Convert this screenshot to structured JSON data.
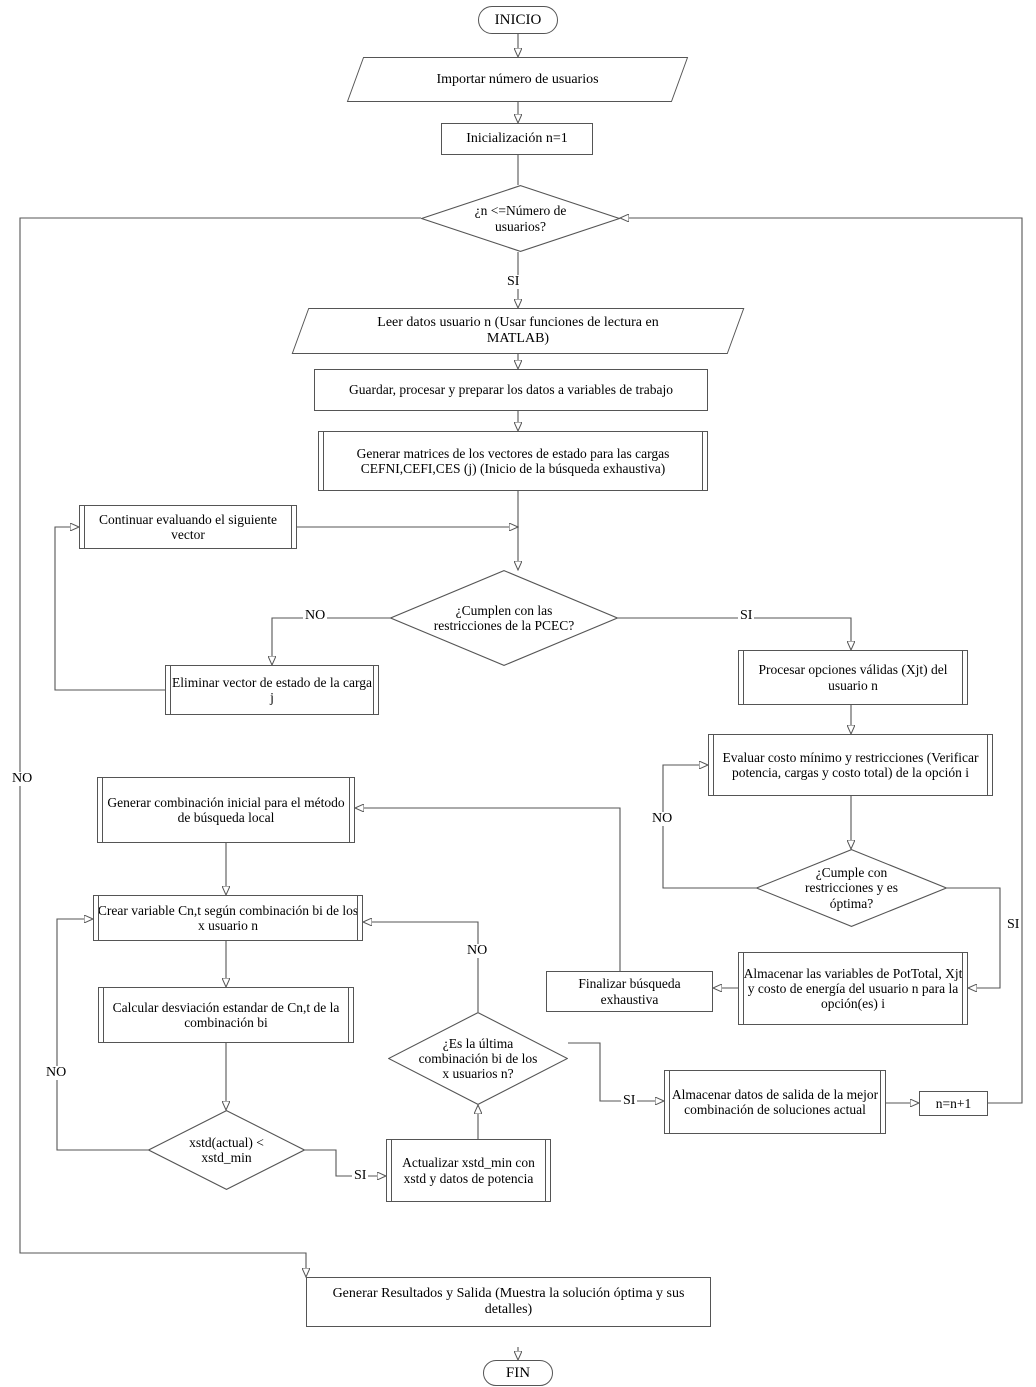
{
  "diagram": {
    "title": "Diagrama de flujo del algoritmo de optimizacion de consumo",
    "language": "es",
    "stroke_color": "#555555",
    "text_color": "#000000",
    "background": "#ffffff"
  },
  "nodes": {
    "inicio": {
      "label": "INICIO",
      "shape": "terminator"
    },
    "importar": {
      "label": "Importar número de usuarios",
      "shape": "io"
    },
    "init": {
      "label": "Inicialización n=1",
      "shape": "process"
    },
    "dec_n": {
      "label": "¿n <=Número de usuarios?",
      "shape": "decision"
    },
    "leer": {
      "label": "Leer datos usuario n (Usar funciones de lectura en MATLAB)",
      "shape": "io"
    },
    "guardar": {
      "label": "Guardar, procesar y preparar los datos a variables de trabajo",
      "shape": "process"
    },
    "matrices": {
      "label": "Generar matrices de los vectores de estado para las cargas CEFNI,CEFI,CES (j) (Inicio de la búsqueda exhaustiva)",
      "shape": "predefined"
    },
    "continuar": {
      "label": "Continuar evaluando el siguiente vector",
      "shape": "predefined"
    },
    "dec_pcec": {
      "label": "¿Cumplen con las restricciones de la  PCEC?",
      "shape": "decision"
    },
    "eliminar": {
      "label": "Eliminar vector de estado de la carga j",
      "shape": "predefined"
    },
    "procesar": {
      "label": "Procesar opciones válidas (Xjt) del usuario n",
      "shape": "predefined"
    },
    "evaluar": {
      "label": "Evaluar costo mínimo y restricciones (Verificar potencia, cargas y costo total) de la opción i",
      "shape": "predefined"
    },
    "dec_opt": {
      "label": "¿Cumple con restricciones y es óptima?",
      "shape": "decision"
    },
    "almacenar_vars": {
      "label": "Almacenar las variables de PotTotal, Xjt y costo de energía del usuario n para la opción(es) i",
      "shape": "predefined"
    },
    "finalizar": {
      "label": "Finalizar búsqueda exhaustiva",
      "shape": "process"
    },
    "gen_comb": {
      "label": "Generar combinación inicial para el método de búsqueda local",
      "shape": "predefined"
    },
    "crear_var": {
      "label": "Crear variable Cn,t según combinación bi de los x usuario n",
      "shape": "predefined"
    },
    "calcular": {
      "label": "Calcular desviación estandar de Cn,t de la combinación bi",
      "shape": "predefined"
    },
    "dec_xstd": {
      "label": "xstd(actual) < xstd_min",
      "shape": "decision"
    },
    "actualizar": {
      "label": "Actualizar xstd_min con xstd y datos de potencia",
      "shape": "predefined"
    },
    "dec_ultima": {
      "label": "¿Es la última combinación bi de los x usuarios n?",
      "shape": "decision"
    },
    "almacenar_salida": {
      "label": "Almacenar datos de salida de la mejor combinación de soluciones actual",
      "shape": "predefined"
    },
    "incr": {
      "label": "n=n+1",
      "shape": "process"
    },
    "resultados": {
      "label": "Generar Resultados y Salida (Muestra la solución óptima y sus detalles)",
      "shape": "process"
    },
    "fin": {
      "label": "FIN",
      "shape": "terminator"
    }
  },
  "edge_labels": {
    "si_n": "SI",
    "no_n": "NO",
    "no_pcec": "NO",
    "si_pcec": "SI",
    "no_opt": "NO",
    "si_opt": "SI",
    "no_ultima": "NO",
    "si_ultima": "SI",
    "no_xstd": "NO",
    "si_xstd": "SI"
  }
}
